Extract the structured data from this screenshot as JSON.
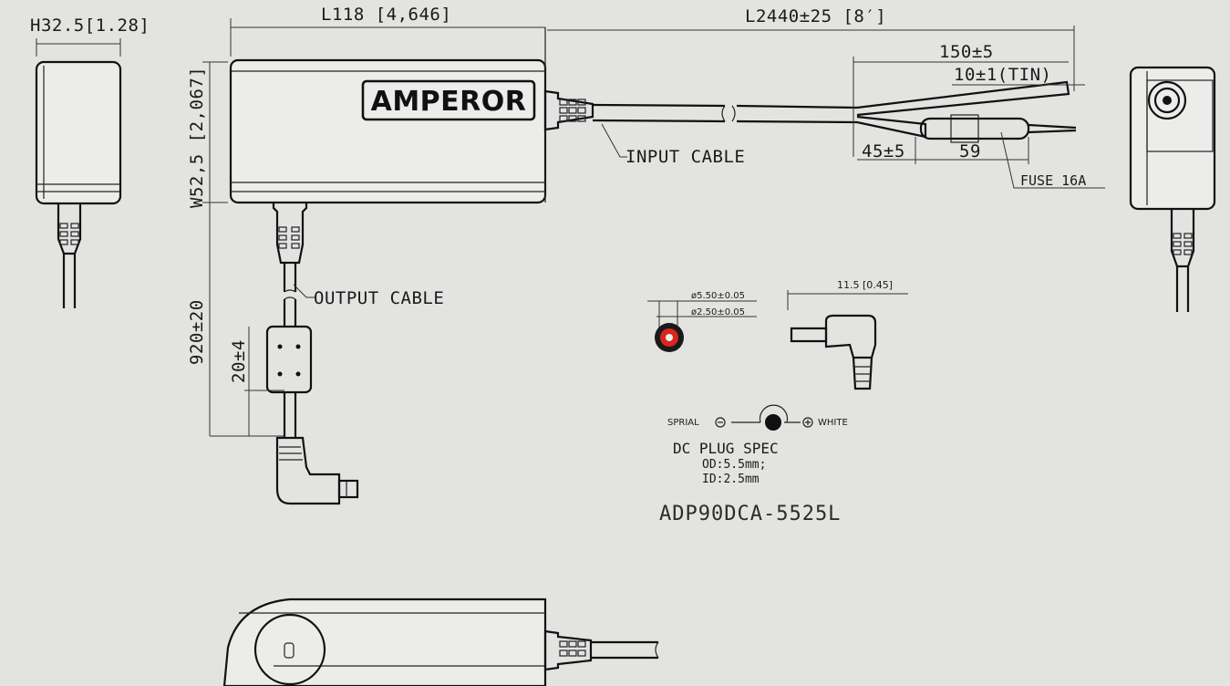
{
  "brand": "AMPEROR",
  "model": "ADP90DCA-5525L",
  "dimensions": {
    "height": "H32.5[1.28]",
    "length": "L118 [4,646]",
    "width": "W52,5 [2,067]",
    "input_cable_length": "L2440±25 [8′]",
    "lead_length": "150±5",
    "tin_length": "10±1(TIN)",
    "fuse_offset": "45±5",
    "fuse_length": "59",
    "output_cable_length": "920±20",
    "ferrite_length": "20±4",
    "plug_length": "11.5 [0.45]",
    "outer_diameter": "ø5.50±0.05",
    "inner_diameter": "ø2.50±0.05"
  },
  "callouts": {
    "input_cable": "INPUT CABLE",
    "output_cable": "OUTPUT CABLE",
    "fuse": "FUSE 16A"
  },
  "polarity": {
    "negative": "SPRIAL",
    "positive": "WHITE"
  },
  "plug_spec": {
    "title": "DC PLUG SPEC",
    "od": "OD:5.5mm;",
    "id": "ID:2.5mm"
  },
  "colors": {
    "background": "#e3e3e1",
    "ink": "#111111",
    "tip_red": "#d8261e"
  }
}
